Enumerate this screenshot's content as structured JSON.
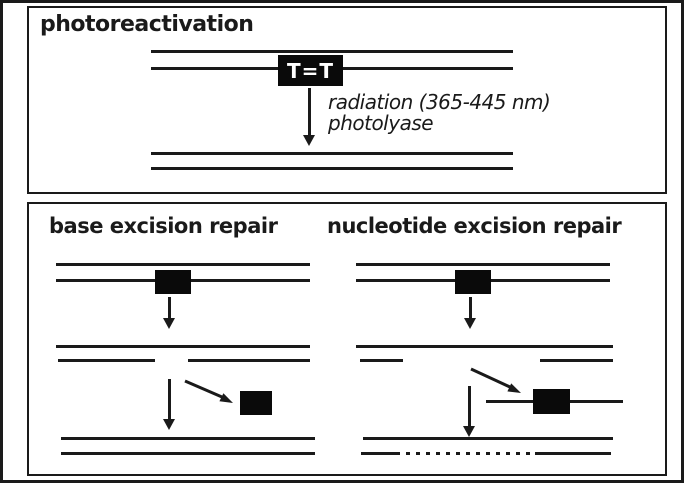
{
  "colors": {
    "ink": "#1a1a1a",
    "paper": "#ffffff",
    "lesion_fill": "#0a0a0a",
    "dimer_text": "#ffffff"
  },
  "photoreactivation_panel": {
    "title": "photoreactivation",
    "dimer_label": "T=T",
    "arrow_labels": {
      "line1": "radiation (365-445 nm)",
      "line2": "photolyase"
    }
  },
  "excision_panel": {
    "left_title": "base excision repair",
    "right_title": "nucleotide excision repair"
  }
}
